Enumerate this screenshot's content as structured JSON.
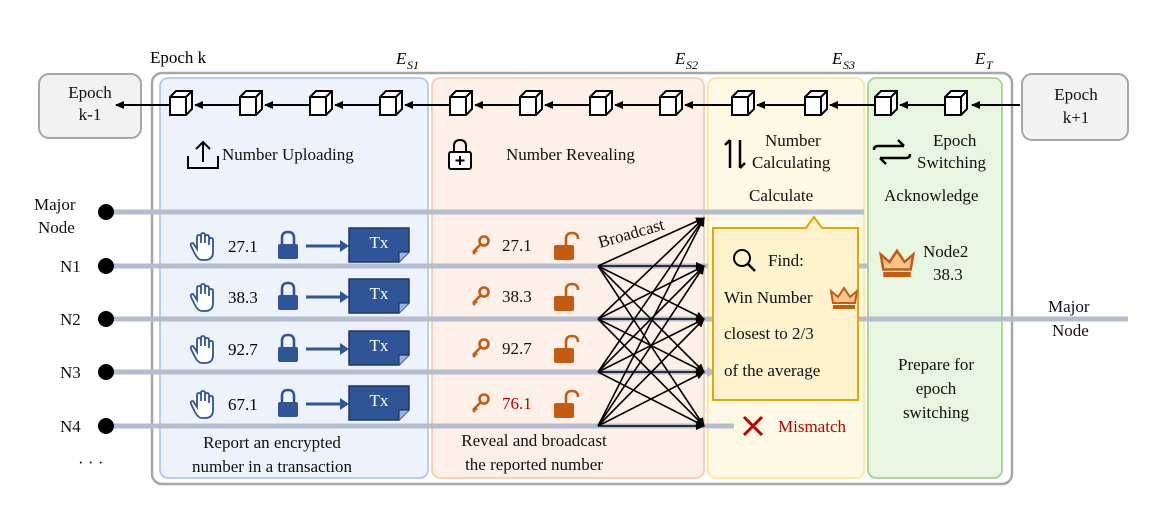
{
  "title": "Epoch k",
  "stage_marks": [
    "E",
    "S1",
    "E",
    "S2",
    "E",
    "S3",
    "E",
    "T"
  ],
  "prev_epoch": "Epoch\nk-1",
  "next_epoch": "Epoch\nk+1",
  "phases": {
    "upload": "Number Uploading",
    "reveal": "Number Revealing",
    "calc_1": "Number",
    "calc_2": "Calculating",
    "switch_1": "Epoch",
    "switch_2": "Switching"
  },
  "nodes": {
    "major_1": "Major",
    "major_2": "Node",
    "n1": "N1",
    "n2": "N2",
    "n3": "N3",
    "n4": "N4",
    "ellipsis": "· · ·",
    "out_major_1": "Major",
    "out_major_2": "Node"
  },
  "tx_label": "Tx",
  "uploaded": [
    "27.1",
    "38.3",
    "92.7",
    "67.1"
  ],
  "revealed": [
    "27.1",
    "38.3",
    "92.7",
    "76.1"
  ],
  "broadcast": "Broadcast",
  "calculate": "Calculate",
  "acknowledge": "Acknowledge",
  "find": {
    "find": "Find:",
    "win": "Win Number",
    "closest": "closest  to  2/3",
    "average": "of the average"
  },
  "winner": {
    "name": "Node2",
    "value": "38.3"
  },
  "prepare": [
    "Prepare for",
    "epoch",
    "switching"
  ],
  "mismatch": "Mismatch",
  "upload_caption": [
    "Report an encrypted",
    "number in a transaction"
  ],
  "reveal_caption": [
    "Reveal and broadcast",
    "the reported number"
  ],
  "colors": {
    "upload_bg": "#eef2fa",
    "reveal_bg": "#fdf0e8",
    "calc_bg": "#fef9e4",
    "switch_bg": "#e8f5e0",
    "blue": "#2f5597",
    "orange": "#c55a11",
    "red": "#c00000",
    "gold": "#fff2cc",
    "line": "#b4bdd0"
  }
}
